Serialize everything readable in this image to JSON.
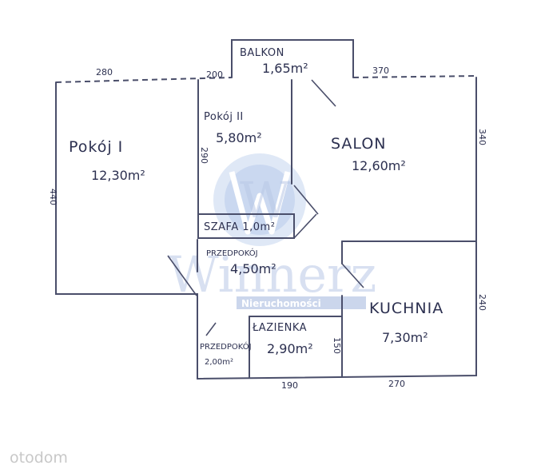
{
  "plan": {
    "rooms": {
      "pokoj1": {
        "name": "Pokój I",
        "area": "12,30m²"
      },
      "pokoj2": {
        "name": "Pokój II",
        "area": "5,80m²"
      },
      "salon": {
        "name": "SALON",
        "area": "12,60m²"
      },
      "balkon": {
        "name": "BALKON",
        "area": "1,65m²"
      },
      "szafa": {
        "label": "SZAFA 1,0m²"
      },
      "przedpokoj": {
        "name": "PRZEDPOKÓJ",
        "area": "4,50m²"
      },
      "kuchnia": {
        "name": "KUCHNIA",
        "area": "7,30m²"
      },
      "lazienka": {
        "name": "ŁAZIENKA",
        "area": "2,90m²"
      },
      "przedpokoj_small": {
        "name": "PRZEDPOKÓJ",
        "area": "2,00m²"
      }
    },
    "dimensions": {
      "top_left": "280",
      "top_mid": "200",
      "top_right": "370",
      "left": "440",
      "pokoj2_side": "290",
      "right_top": "340",
      "right_bottom": "240",
      "bottom_left": "190",
      "bottom_right": "270",
      "lazienka_side": "150"
    }
  },
  "watermark": {
    "main": "Winnerz",
    "sub": "Nieruchomości",
    "emblem": "W"
  },
  "brand": "otodom"
}
